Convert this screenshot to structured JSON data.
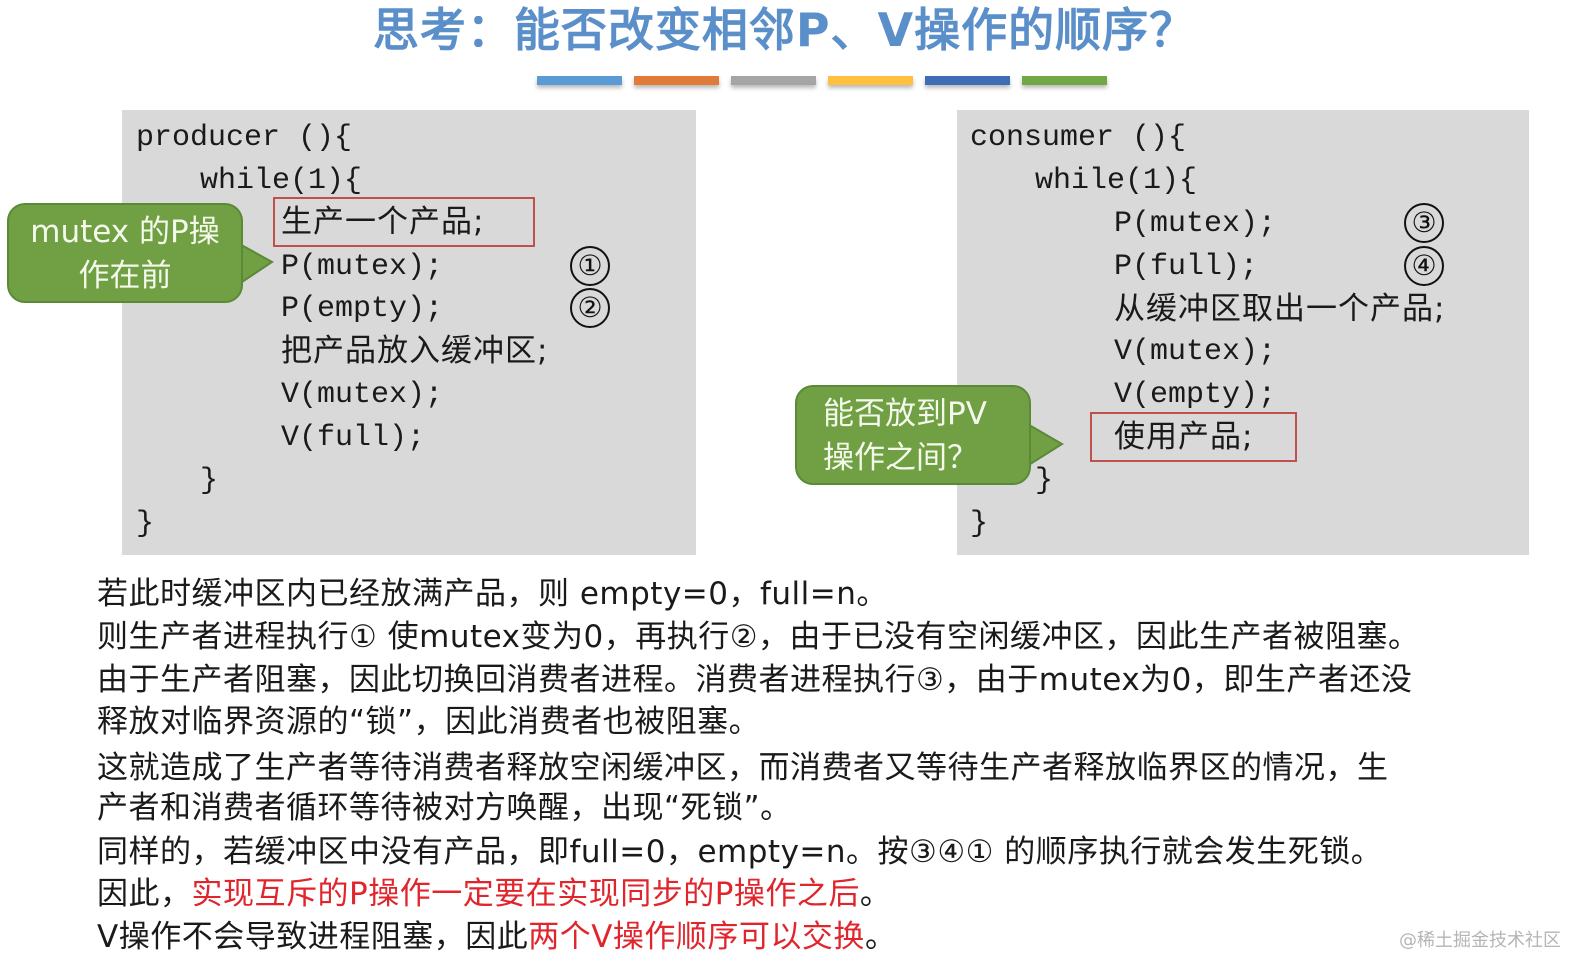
{
  "title": {
    "text": "思考：能否改变相邻P、V操作的顺序？",
    "color": "#5b8fc9"
  },
  "divider_bars": [
    {
      "color": "#5b9bd5"
    },
    {
      "color": "#e07b39"
    },
    {
      "color": "#a5a5a5"
    },
    {
      "color": "#ffbf3f"
    },
    {
      "color": "#3f6db5"
    },
    {
      "color": "#72a844"
    }
  ],
  "producer": {
    "lines": [
      "producer (){",
      "while(1){",
      "生产一个产品;",
      "P(mutex);",
      "P(empty);",
      "把产品放入缓冲区;",
      "V(mutex);",
      "V(full);",
      "}",
      "}"
    ],
    "markers": [
      "①",
      "②"
    ],
    "callout": {
      "line1": "mutex 的P操",
      "line2": "作在前"
    }
  },
  "consumer": {
    "lines": [
      "consumer (){",
      "while(1){",
      "P(mutex);",
      "P(full);",
      "从缓冲区取出一个产品;",
      "V(mutex);",
      "V(empty);",
      "使用产品;",
      "}",
      "}"
    ],
    "markers": [
      "③",
      "④"
    ],
    "callout": {
      "line1": "能否放到PV",
      "line2": "操作之间？"
    }
  },
  "explanation": {
    "lines": [
      {
        "text": "若此时缓冲区内已经放满产品，则 empty=0，full=n。"
      },
      {
        "text": "则生产者进程执行① 使mutex变为0，再执行②，由于已没有空闲缓冲区，因此生产者被阻塞。"
      },
      {
        "text": "由于生产者阻塞，因此切换回消费者进程。消费者进程执行③，由于mutex为0，即生产者还没"
      },
      {
        "text": "释放对临界资源的“锁”，因此消费者也被阻塞。"
      },
      {
        "text": "这就造成了生产者等待消费者释放空闲缓冲区，而消费者又等待生产者释放临界区的情况，生"
      },
      {
        "text": "产者和消费者循环等待被对方唤醒，出现“死锁”。"
      },
      {
        "text": "同样的，若缓冲区中没有产品，即full=0，empty=n。按③④① 的顺序执行就会发生死锁。"
      },
      {
        "prefix": "因此，",
        "highlight": "实现互斥的P操作一定要在实现同步的P操作之后",
        "suffix": "。"
      },
      {
        "prefix": "V操作不会导致进程阻塞，因此",
        "highlight": "两个V操作顺序可以交换",
        "suffix": "。"
      }
    ],
    "highlight_color": "#e0262c"
  },
  "watermark": "@稀土掘金技术社区"
}
